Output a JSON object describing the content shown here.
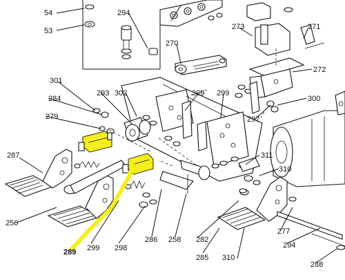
{
  "diagram": {
    "part_labels": {
      "p54": "54",
      "p294a": "294",
      "p53": "53",
      "p273": "273",
      "p271": "271",
      "p270": "270",
      "p272": "272",
      "p301": "301",
      "p293": "293",
      "p302": "302",
      "p309": "309",
      "p299a": "299",
      "p300": "300",
      "p284": "284",
      "p279": "279",
      "p297": "297",
      "p287": "287",
      "p311": "311",
      "p310a": "310",
      "p256": "256",
      "p277": "277",
      "p289": "289",
      "p299b": "299",
      "p298": "298",
      "p286": "286",
      "p258": "258",
      "p282": "282",
      "p294b": "294",
      "p285": "285",
      "p310b": "310",
      "p288": "288"
    },
    "highlight_color": "#f4ee1c",
    "highlighted_parts": [
      "289"
    ]
  }
}
